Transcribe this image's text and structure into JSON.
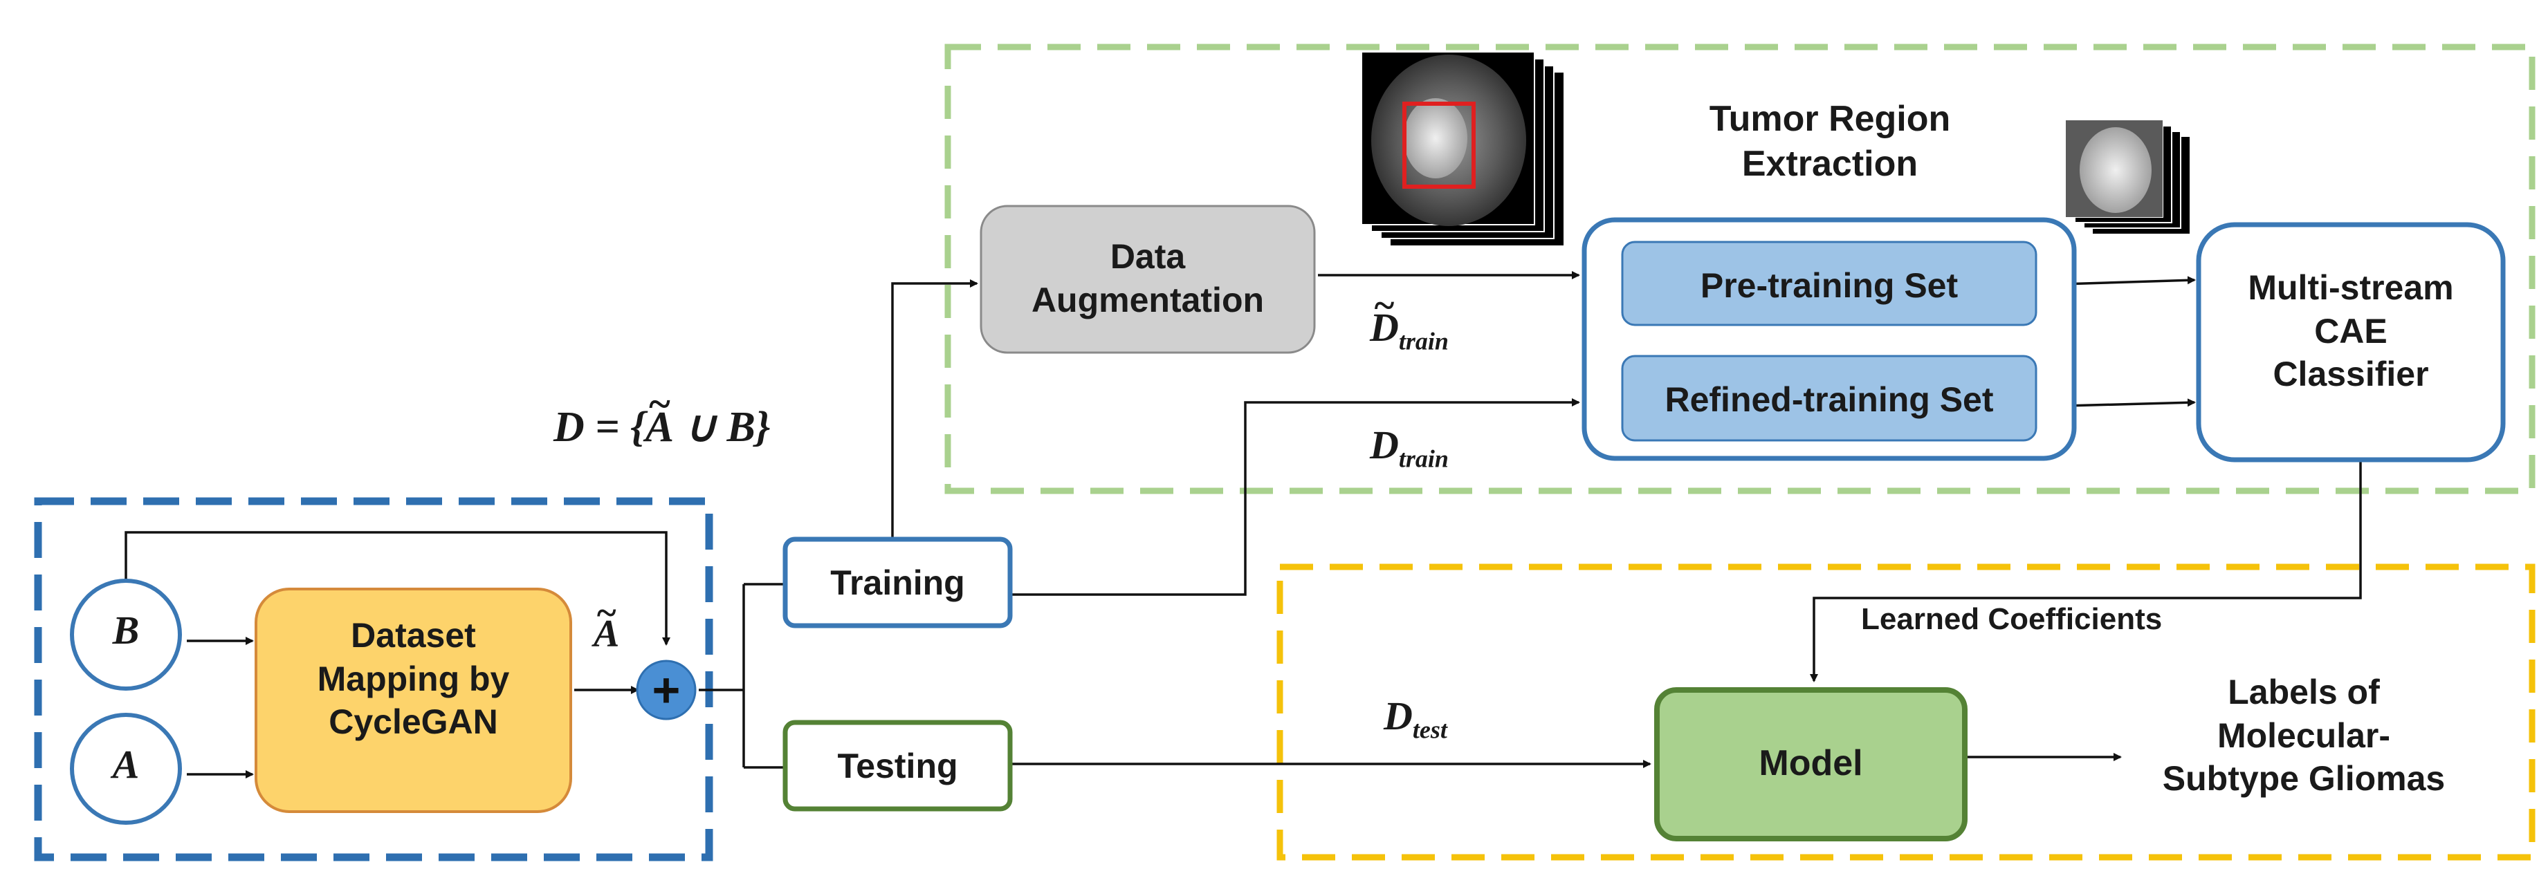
{
  "nodes": {
    "b": "B",
    "a": "A",
    "cyclegan": "Dataset\nMapping by\nCycleGAN",
    "plus": "+",
    "training": "Training",
    "testing": "Testing",
    "augmentation": "Data\nAugmentation",
    "tumor_extraction": "Tumor Region\nExtraction",
    "pretraining": "Pre-training Set",
    "refined": "Refined-training Set",
    "classifier": "Multi-stream\nCAE\nClassifier",
    "model": "Model",
    "output": "Labels of\nMolecular-\nSubtype  Gliomas",
    "learned": "Learned Coefficients"
  },
  "math": {
    "a_tilde": "A",
    "dataset_def_lhs": "D = {",
    "dataset_def_a": "A",
    "dataset_def_rhs": " ∪ B}",
    "d_train_tilde": "D",
    "d_train_tilde_sub": "train",
    "d_train": "D",
    "d_train_sub": "train",
    "d_test": "D",
    "d_test_sub": "test"
  },
  "colors": {
    "blue_border": "#3a78b5",
    "green_dash": "#a9d18e",
    "yellow_dash": "#f5c20a",
    "orange_fill": "#fdd36b",
    "orange_border": "#d58a3a",
    "gray_fill": "#d0d0d0",
    "light_blue_fill": "#9dc3e6",
    "green_fill": "#a9d18e",
    "green_border": "#548235",
    "plus_fill": "#4a8fd4"
  }
}
